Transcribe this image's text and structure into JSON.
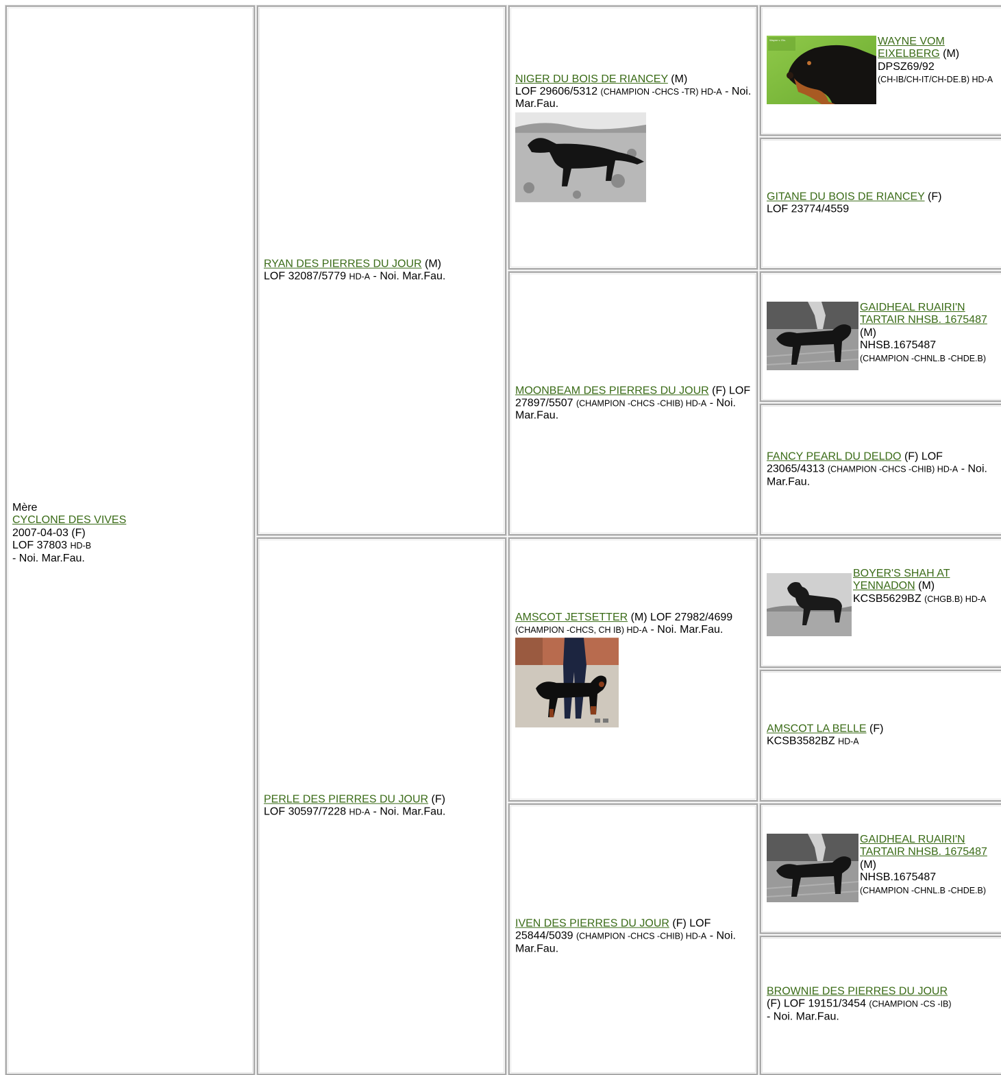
{
  "mother": {
    "label": "Mère",
    "name": "CYCLONE DES VIVES",
    "birth": "2007-04-03 (F)",
    "lof": "LOF 37803",
    "hd": "HD-B",
    "color": "- Noi. Mar.Fau."
  },
  "gen1": {
    "ryan": {
      "name": "RYAN DES PIERRES DU JOUR",
      "sex": " (M)",
      "reg": "LOF 32087/5779",
      "hd": "HD-A",
      "color": " - Noi. Mar.Fau."
    },
    "perle": {
      "name": "PERLE DES PIERRES DU JOUR",
      "sex": " (F)",
      "reg": "LOF 30597/7228",
      "hd": "HD-A",
      "color": " - Noi. Mar.Fau."
    }
  },
  "gen2": {
    "niger": {
      "name": "NIGER DU BOIS DE RIANCEY",
      "sex": " (M)",
      "reg": "LOF 29606/5312",
      "titles": "(CHAMPION -CHCS -TR) HD-A",
      "color": " - Noi. Mar.Fau."
    },
    "moonbeam": {
      "name": "MOONBEAM DES PIERRES DU JOUR",
      "sex": " (F) LOF 27897/5507",
      "titles": "(CHAMPION -CHCS -CHIB) HD-A",
      "color": " - Noi. Mar.Fau."
    },
    "amscot_j": {
      "name": "AMSCOT JETSETTER",
      "sex": " (M) LOF 27982/4699",
      "titles": "(CHAMPION -CHCS, CH IB) HD-A",
      "color": " - Noi. Mar.Fau."
    },
    "iven": {
      "name": "IVEN DES PIERRES DU JOUR",
      "sex": " (F) LOF 25844/5039",
      "titles": "(CHAMPION -CHCS -CHIB) HD-A",
      "color": " - Noi. Mar.Fau."
    }
  },
  "gen3": {
    "wayne": {
      "name": "WAYNE VOM EIXELBERG",
      "sex": " (M)",
      "reg": "DPSZ69/92",
      "titles": "(CH-IB/CH-IT/CH-DE.B) HD-A",
      "photo_caption": "Wayne v. Eix. DHL CHB CH-IT 11/04 1997"
    },
    "gitane": {
      "name": "GITANE DU BOIS DE RIANCEY",
      "sex": " (F)",
      "reg": "LOF 23774/4559"
    },
    "gaidheal1": {
      "name": "GAIDHEAL RUAIRI'N TARTAIR NHSB. 1675487",
      "sex": " (M)",
      "reg": "NHSB.1675487",
      "titles": "(CHAMPION -CHNL.B -CHDE.B)"
    },
    "fancy": {
      "name": "FANCY PEARL DU DELDO",
      "sex": " (F) LOF 23065/4313",
      "titles": "(CHAMPION -CHCS -CHIB) HD-A",
      "color": " - Noi. Mar.Fau."
    },
    "boyer": {
      "name": "BOYER'S SHAH AT YENNADON",
      "sex": " (M)",
      "reg": "KCSB5629BZ",
      "titles": "(CHGB.B) HD-A"
    },
    "amscot_b": {
      "name": "AMSCOT LA BELLE",
      "sex": " (F)",
      "reg": "KCSB3582BZ",
      "titles": "HD-A"
    },
    "gaidheal2": {
      "name": "GAIDHEAL RUAIRI'N TARTAIR NHSB. 1675487",
      "sex": " (M)",
      "reg": "NHSB.1675487",
      "titles": "(CHAMPION -CHNL.B -CHDE.B)"
    },
    "brownie": {
      "name": "BROWNIE DES PIERRES DU JOUR",
      "sex": " (F) LOF 19151/3454",
      "titles": "(CHAMPION -CS -IB)",
      "color": "- Noi. Mar.Fau."
    }
  }
}
